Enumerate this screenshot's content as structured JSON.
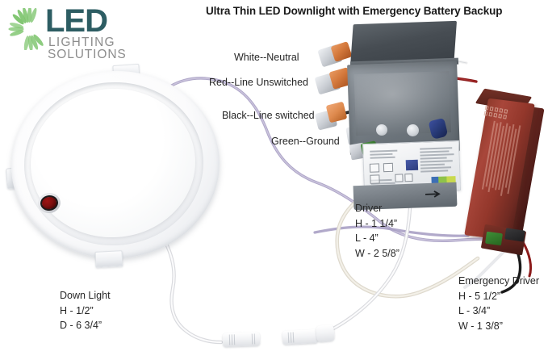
{
  "title": "Ultra Thin LED Downlight with Emergency Battery Backup",
  "logo": {
    "name": "led-lighting-solutions-logo",
    "word_main": "LED",
    "word_line2": "LIGHTING",
    "word_line3": "SOLUTIONS",
    "burst_color": "#7ac36a",
    "main_color": "#2d5d63",
    "sub_color": "#8d8d8d"
  },
  "callouts": [
    {
      "id": "white-neutral",
      "label": "White--Neutral",
      "wire_color": "#ffffff"
    },
    {
      "id": "red-line-unswitched",
      "label": "Red--Line Unswitched",
      "wire_color": "#8c1b1b"
    },
    {
      "id": "black-line-switched",
      "label": "Black--Line switched",
      "wire_color": "#141414"
    },
    {
      "id": "green-ground",
      "label": "Green--Ground",
      "wire_color": "#2f6b27"
    }
  ],
  "specs": {
    "downlight": {
      "name": "Down Light",
      "lines": [
        "H - 1/2”",
        "D - 6 3/4”"
      ]
    },
    "driver": {
      "name": "Driver",
      "lines": [
        "H - 1 1/4”",
        "L  - 4”",
        "W - 2 5/8”"
      ]
    },
    "emergency_driver": {
      "name": "Emergency Driver",
      "lines": [
        "H - 5 1/2”",
        "L  - 3/4”",
        "W - 1 3/8”"
      ]
    }
  },
  "components": {
    "downlight_fixture": "round-recessed-led-downlight",
    "test_button": "red-emergency-test-button",
    "junction_box": "metal-junction-box",
    "driver_module": "led-driver",
    "emergency_driver_module": "emergency-battery-backup-driver",
    "wire_nuts": "orange-wire-nut-connectors",
    "quick_connectors": "white-quick-disconnect-connectors"
  },
  "colors": {
    "background": "#ffffff",
    "cable_purple": "#b9b2cf",
    "cable_white": "#ece8df",
    "emergency_red": "#93372b",
    "jbox_gray": "#7d848b"
  }
}
